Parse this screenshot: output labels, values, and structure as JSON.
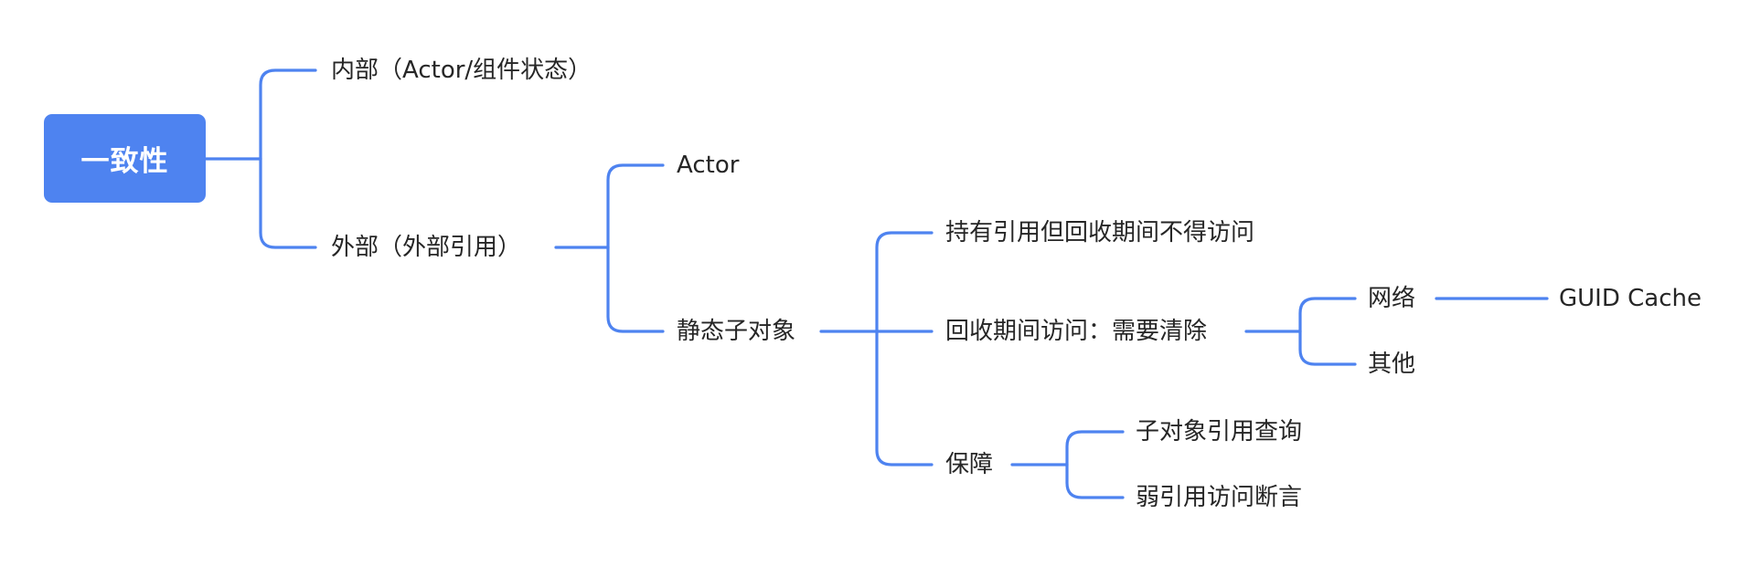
{
  "mindmap": {
    "root": "一致性",
    "internal": "内部（Actor/组件状态）",
    "external": "外部（外部引用）",
    "actor": "Actor",
    "static_subobject": "静态子对象",
    "hold_ref": "持有引用但回收期间不得访问",
    "access_during_gc": "回收期间访问：需要清除",
    "network": "网络",
    "guid_cache": "GUID Cache",
    "other": "其他",
    "guarantee": "保障",
    "subobject_query": "子对象引用查询",
    "weak_ref_assert": "弱引用访问断言"
  },
  "colors": {
    "accent": "#4e83f0",
    "text": "#262626",
    "background": "#ffffff"
  }
}
